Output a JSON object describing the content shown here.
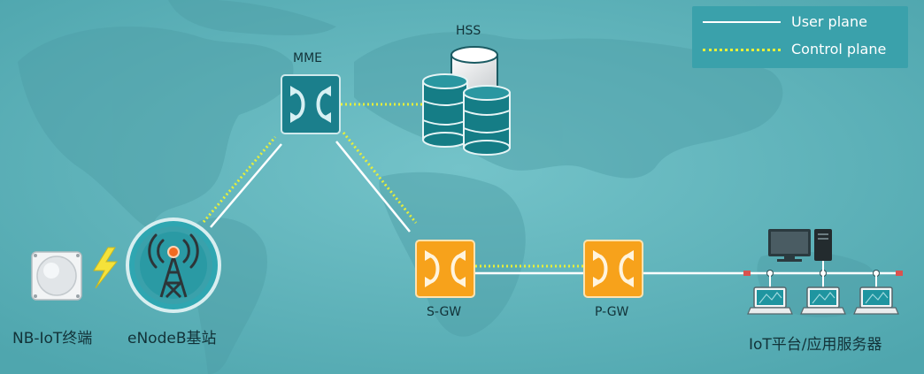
{
  "legend": {
    "user_plane": "User plane",
    "control_plane": "Control plane"
  },
  "nodes": {
    "mme": "MME",
    "hss": "HSS",
    "sgw": "S-GW",
    "pgw": "P-GW",
    "device": "NB-IoT终端",
    "enodeb": "eNodeB基站",
    "platform": "IoT平台/应用服务器"
  },
  "colors": {
    "background": "#62b6bd",
    "user_plane": "#ffffff",
    "control_plane": "#e7ef3a",
    "mme_fill": "#1b7f8c",
    "gateway_fill": "#f7a21b",
    "db_fill": "#157d86",
    "legend_bg": "#3aa1ab",
    "label_text": "#123238"
  },
  "icons": {
    "mme": "switch-router-icon",
    "hss": "database-stack-icon",
    "sgw": "switch-router-icon",
    "pgw": "switch-router-icon",
    "enodeb": "radio-tower-icon",
    "device": "sensor-device-icon",
    "lightning": "lightning-icon",
    "server": "desktop-server-icon",
    "laptop": "laptop-icon"
  }
}
